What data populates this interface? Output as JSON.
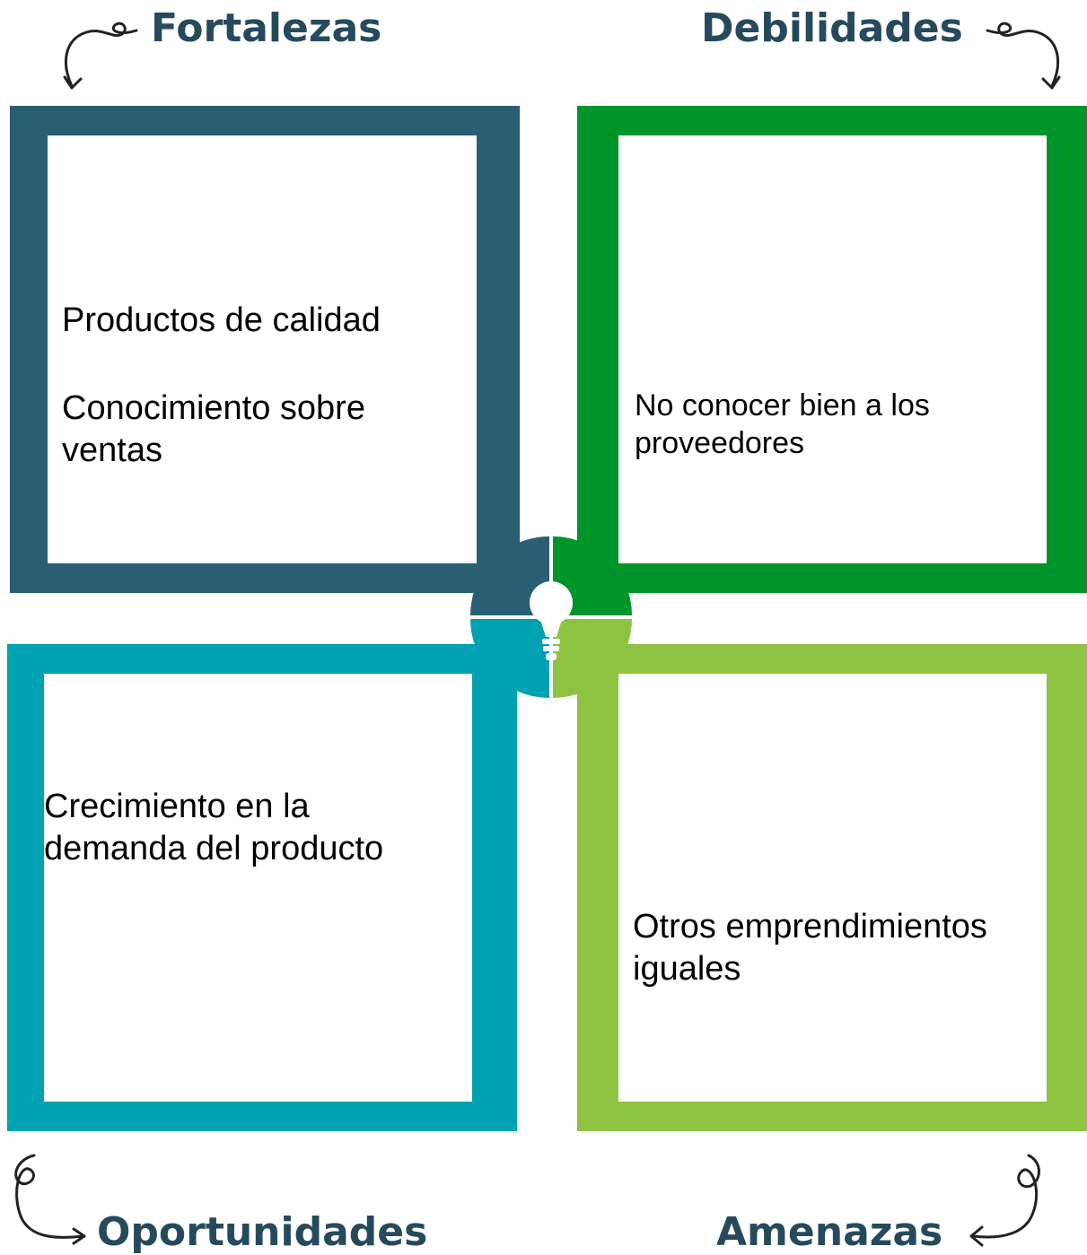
{
  "colors": {
    "fortalezas": "#295e73",
    "debilidades": "#00952a",
    "oportunidades": "#00a1b0",
    "amenazas": "#8dc340",
    "heading_text": "#264a5c"
  },
  "quadrants": {
    "fortalezas": {
      "title": "Fortalezas",
      "items": [
        "Productos de calidad",
        "Conocimiento sobre ventas"
      ]
    },
    "debilidades": {
      "title": "Debilidades",
      "items": [
        "No conocer bien a los proveedores"
      ]
    },
    "oportunidades": {
      "title": "Oportunidades",
      "items": [
        "Crecimiento en la demanda del producto"
      ]
    },
    "amenazas": {
      "title": "Amenazas",
      "items": [
        "Otros emprendimientos iguales"
      ]
    }
  },
  "icons": {
    "center": "lightbulb-icon",
    "corners": "curly-arrow-icon"
  }
}
